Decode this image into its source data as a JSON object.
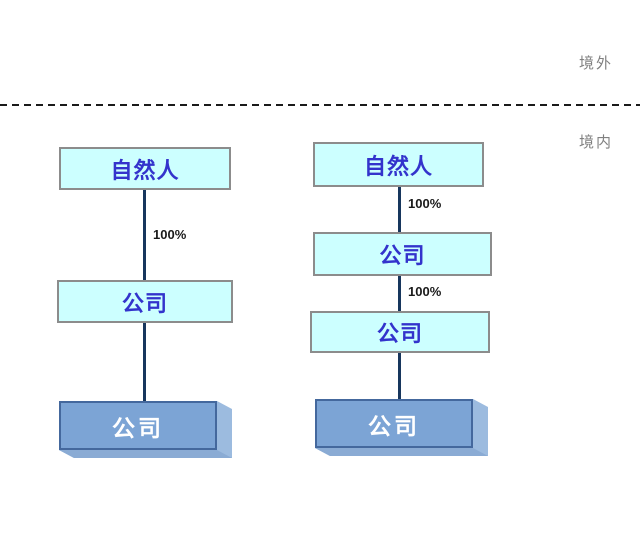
{
  "regions": {
    "offshore_label": "境外",
    "onshore_label": "境内"
  },
  "divider": {
    "style": "dashed",
    "color": "#1a1a1a"
  },
  "left_structure": {
    "nodes": [
      {
        "label": "自然人",
        "type": "entity"
      },
      {
        "label": "公司",
        "type": "entity"
      },
      {
        "label": "公司",
        "type": "company-3d"
      }
    ],
    "edges": [
      {
        "label": "100%"
      },
      {
        "label": ""
      }
    ]
  },
  "right_structure": {
    "nodes": [
      {
        "label": "自然人",
        "type": "entity"
      },
      {
        "label": "公司",
        "type": "entity"
      },
      {
        "label": "公司",
        "type": "entity"
      },
      {
        "label": "公司",
        "type": "company-3d"
      }
    ],
    "edges": [
      {
        "label": "100%"
      },
      {
        "label": "100%"
      },
      {
        "label": ""
      }
    ]
  },
  "colors": {
    "entity_fill": "#ccffff",
    "entity_border": "#8c8c8c",
    "entity_text": "#3333cc",
    "connector": "#17365d",
    "percent_text": "#1a1a1a",
    "company3d_front": "#7ca4d5",
    "company3d_side": "#9cbbdf",
    "company3d_bottom": "#8aabd4",
    "company3d_border": "#44689d",
    "company3d_text": "#ffffff",
    "region_text": "#808080",
    "divider": "#1a1a1a",
    "background": "#ffffff"
  }
}
